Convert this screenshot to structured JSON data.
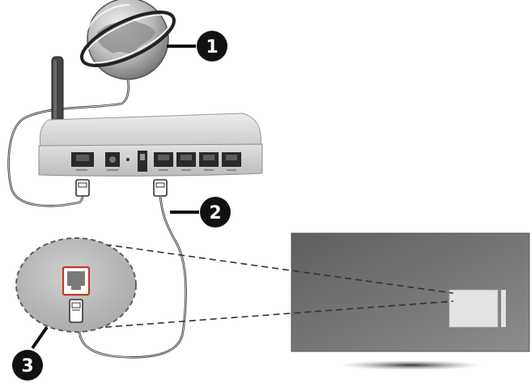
{
  "callouts": [
    {
      "number": "1",
      "target": "internet"
    },
    {
      "number": "2",
      "target": "lan-cable"
    },
    {
      "number": "3",
      "target": "tv-lan-port"
    }
  ],
  "colors": {
    "badge": "#111111",
    "router_body": "#d9d9d9",
    "router_front": "#cfcfcf",
    "tv_panel": "#6e6e6e",
    "tv_stand": "#444444",
    "zoom_circle": "#bdbdbd",
    "port_highlight": "#c0392b",
    "cable": "#333333"
  },
  "icons": {
    "internet": "globe-icon",
    "router": "router-icon",
    "tv": "tv-icon",
    "lan_port": "lan-port-icon",
    "plug": "rj45-plug-icon"
  }
}
